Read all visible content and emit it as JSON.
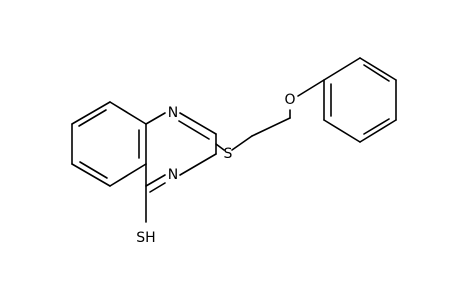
{
  "molecule": {
    "atoms": {
      "n1": "N",
      "n3": "N",
      "s_thioether": "S",
      "o_ether": "O",
      "sh": "SH"
    },
    "colors": {
      "bond": "#000000",
      "label": "#000000",
      "background": "#ffffff"
    }
  }
}
